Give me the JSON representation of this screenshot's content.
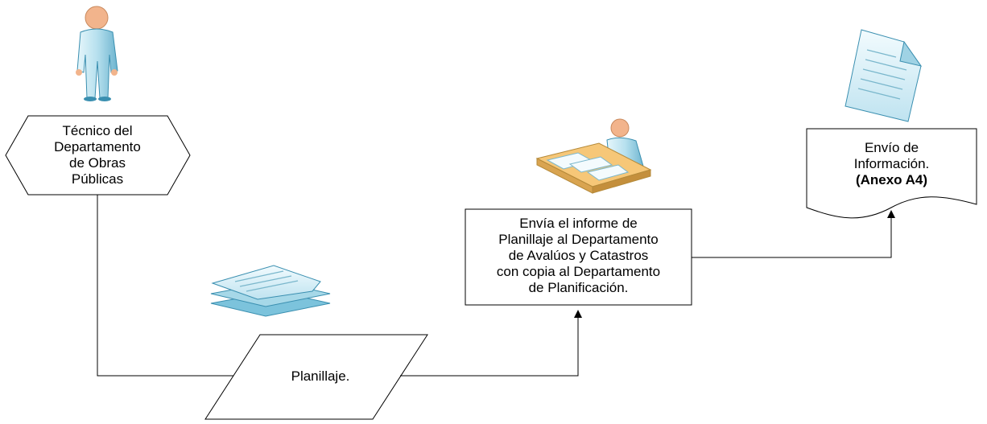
{
  "nodes": {
    "tecnico": {
      "lines": [
        "Técnico del",
        "Departamento",
        "de Obras",
        "Públicas"
      ]
    },
    "planillaje": {
      "label": "Planillaje."
    },
    "envia": {
      "lines": [
        "Envía el informe de",
        "Planillaje al Departamento",
        "de Avalúos y Catastros",
        "con copia al Departamento",
        "de Planificación."
      ]
    },
    "envio": {
      "lines": [
        "Envío de",
        "Información."
      ],
      "annex": "(Anexo A4)"
    }
  },
  "icons": {
    "technician": "person-standing-icon",
    "papers": "paper-stack-icon",
    "desk": "person-at-desk-icon",
    "document": "document-icon"
  },
  "colors": {
    "stroke": "#000000",
    "icon_fill": "#bfe3f0",
    "icon_dark": "#3a8fb0",
    "skin": "#f2b48c",
    "desk": "#f6c778"
  }
}
